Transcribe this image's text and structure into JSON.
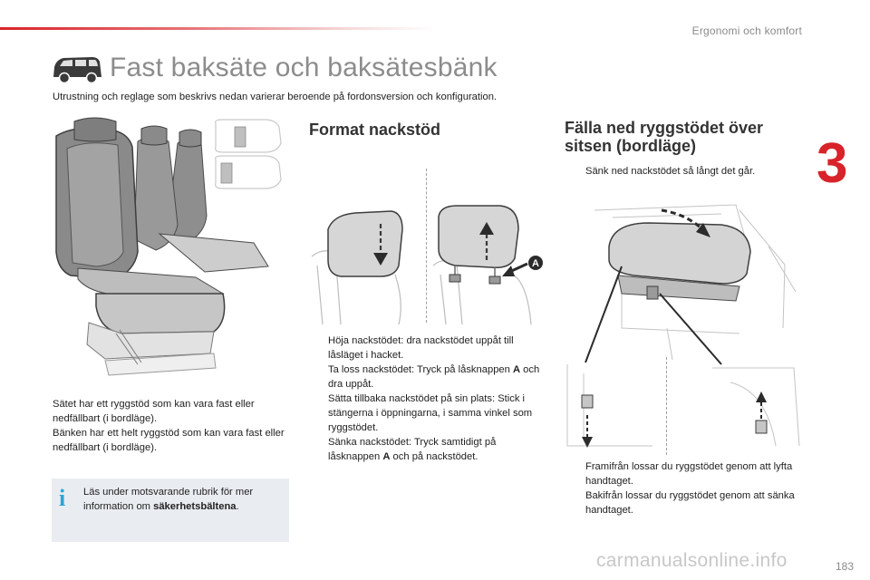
{
  "header": {
    "section": "Ergonomi och komfort",
    "chapter": "3",
    "page_number": "183"
  },
  "page": {
    "title": "Fast baksäte och baksätesbänk",
    "intro": "Utrustning och reglage som beskrivs nedan varierar beroende på fordonsversion och konfiguration."
  },
  "left": {
    "desc1": "Sätet har ett ryggstöd som kan vara fast eller nedfällbart (i bordläge).",
    "desc2": "Bänken har ett helt ryggstöd som kan vara fast eller nedfällbart (i bordläge).",
    "info": {
      "text": "Läs under motsvarande rubrik för mer information om ",
      "bold": "säkerhetsbältena",
      "end": "."
    }
  },
  "middle": {
    "heading": "Format nackstöd",
    "label_a": "A",
    "bullets": [
      {
        "text": "Höja nackstödet: dra nackstödet uppåt till låsläget i hacket."
      },
      {
        "pre": "Ta loss nackstödet: Tryck på låsknappen ",
        "bold": "A",
        "post": " och dra uppåt."
      },
      {
        "text": "Sätta tillbaka nackstödet på sin plats: Stick i stängerna i öppningarna, i samma vinkel som ryggstödet."
      },
      {
        "pre": "Sänka nackstödet: Tryck samtidigt på låsknappen ",
        "bold": "A",
        "post": " och på nackstödet."
      }
    ]
  },
  "right": {
    "heading": "Fälla ned ryggstödet över sitsen (bordläge)",
    "bullets_top": [
      "Sänk ned nackstödet så långt det går."
    ],
    "bullets_bottom": [
      "Framifrån lossar du ryggstödet genom att lyfta handtaget.",
      "Bakifrån lossar du ryggstödet genom att sänka handtaget."
    ]
  },
  "bullet_marker": "",
  "watermark": "carmanualsonline.info",
  "colors": {
    "accent_red": "#d8232a",
    "info_blue": "#2aa6d8",
    "title_gray": "#8c8c8c",
    "info_bg": "#e9edf1"
  }
}
